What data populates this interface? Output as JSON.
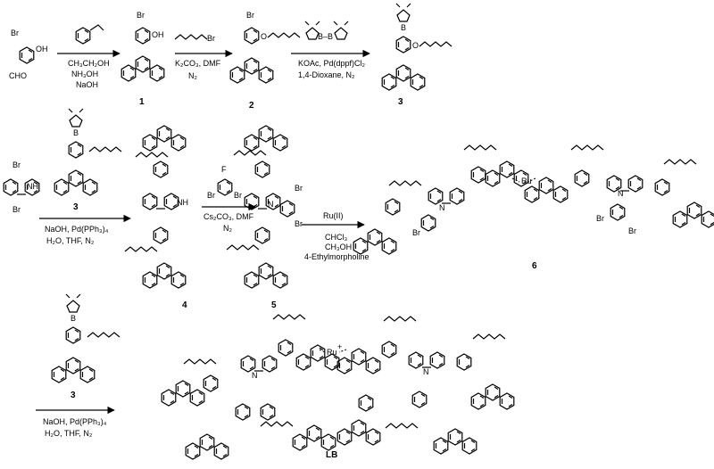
{
  "scheme": {
    "reagents_step1": [
      "CH₃CH₂OH",
      "NH₃OH",
      "NaOH"
    ],
    "reagents_step2": [
      "K₂CO₃, DMF",
      "N₂"
    ],
    "reagents_step3": [
      "KOAc, Pd(dppf)Cl₂",
      "1,4-Dioxane, N₂"
    ],
    "reagents_step4": [
      "NaOH, Pd(PPh₃)₄",
      "H₂O, THF, N₂"
    ],
    "reagents_step5": [
      "Cs₂CO₃, DMF",
      "N₂"
    ],
    "reagents_step6": [
      "Ru(II)",
      "CHCl₃",
      "CH₃OH",
      "4-Ethylmorpholine"
    ],
    "reagents_step7": [
      "NaOH, Pd(PPh₃)₄",
      "H₂O, THF, N₂"
    ],
    "compound_labels": {
      "c1": "1",
      "c2": "2",
      "c3": "3",
      "c3_row2": "3",
      "c4": "4",
      "c5": "5",
      "c6": "6",
      "c3_row3": "3",
      "lb": "LB"
    },
    "atoms": {
      "br": "Br",
      "f": "F",
      "oh": "OH",
      "cho": "CHO",
      "o": "O",
      "b": "B",
      "n": "N",
      "nh": "NH",
      "ru": "Ru",
      "plus": "+",
      "bb": "B–B"
    }
  }
}
